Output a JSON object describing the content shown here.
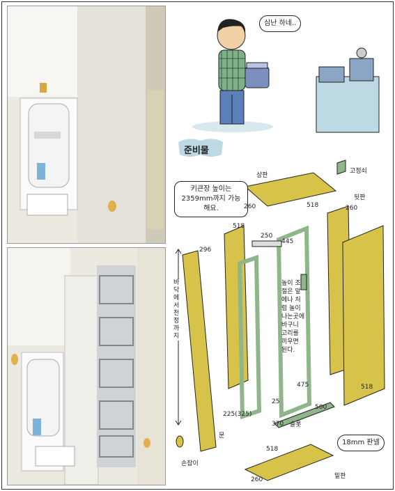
{
  "speech_bubble": "심난 하네..",
  "heading": "준비물",
  "parts": {
    "top": "상판",
    "bracket": "고정쇠",
    "back": "뒷판",
    "door": "문",
    "handle": "손잡이",
    "rail": "슬롯",
    "bottom": "밑판"
  },
  "notes": {
    "height_limit": "키큰장 높이는 2359mm까지 가능 해요.",
    "height_adjust": "높이 조절은 앞에나 처럼 놀이 나는곳에 바구니 고리를 끼우면 된다.",
    "floor_to_ceiling": "바닥에서 천정까지",
    "thickness": "18mm 판넬"
  },
  "dims": {
    "top_w": "518",
    "top_d": "260",
    "side_h": "518",
    "side_d": "250",
    "frame_w": "445",
    "back_w": "260",
    "back_h": "518",
    "door_w": "296",
    "door_bottom": "225(325)",
    "frame_bottom": "475",
    "frame_side": "25",
    "rail_len": "500",
    "rail_short": "370",
    "bottom_w": "518",
    "bottom_d": "260"
  },
  "colors": {
    "panel": "#d8c34a",
    "frame": "#8fb58a",
    "sky": "#bcd9e4"
  }
}
